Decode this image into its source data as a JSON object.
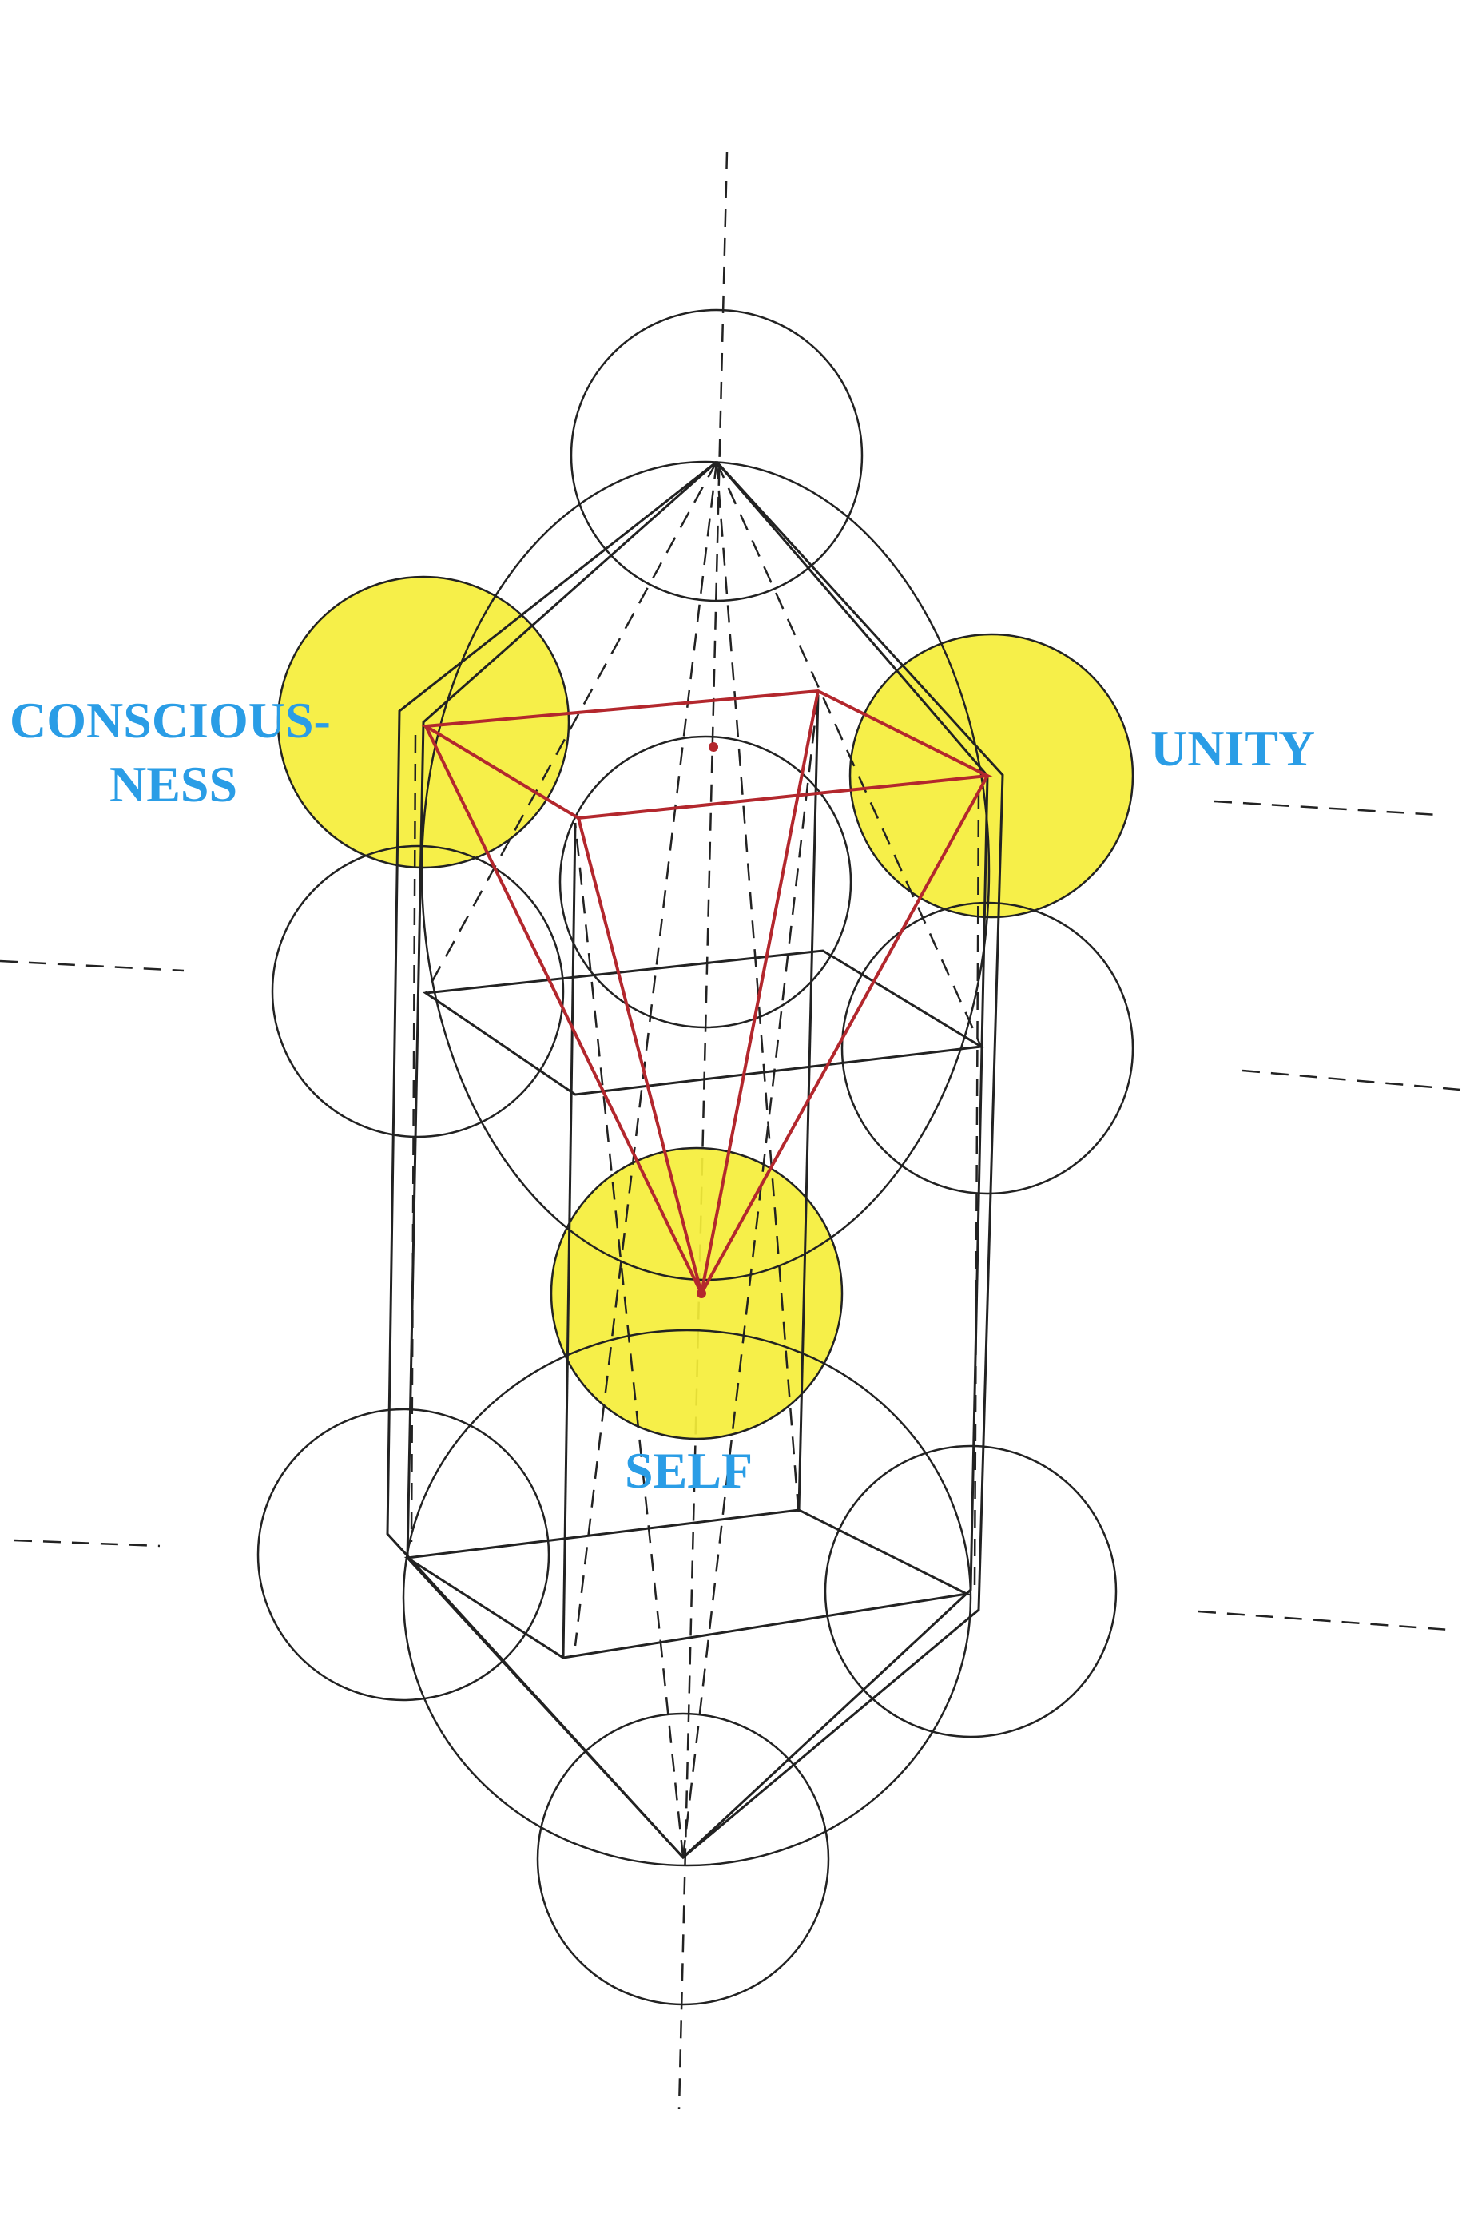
{
  "labels": {
    "consciousness_line1": "CONSCIOUS-",
    "consciousness_line2": "NESS",
    "unity": "UNITY",
    "self": "SELF"
  },
  "colors": {
    "label": "#2a9de6",
    "highlight": "#f5ee3a",
    "pyramid": "#b3272d",
    "ink": "#222222"
  }
}
